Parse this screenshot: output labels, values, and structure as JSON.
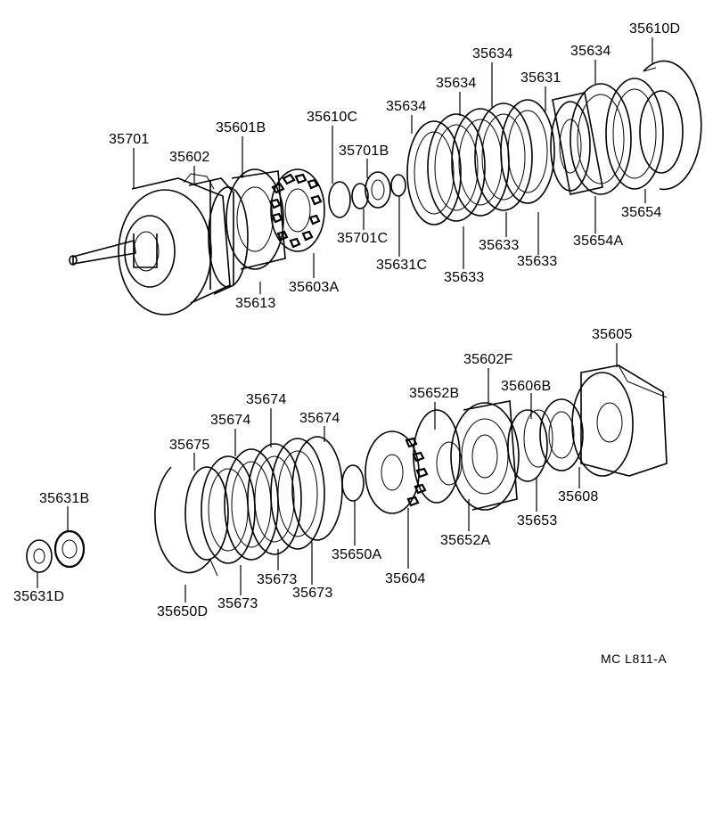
{
  "labels": {
    "p35701": "35701",
    "p35602": "35602",
    "p35601B": "35601B",
    "p35610C": "35610C",
    "p35701B": "35701B",
    "p35634a": "35634",
    "p35634b": "35634",
    "p35634c": "35634",
    "p35634d": "35634",
    "p35631": "35631",
    "p35610D": "35610D",
    "p35613": "35613",
    "p35603A": "35603A",
    "p35701C": "35701C",
    "p35631C": "35631C",
    "p35633a": "35633",
    "p35633b": "35633",
    "p35633c": "35633",
    "p35654A": "35654A",
    "p35654": "35654",
    "p35605": "35605",
    "p35602F": "35602F",
    "p35652B": "35652B",
    "p35606B": "35606B",
    "p35674a": "35674",
    "p35674b": "35674",
    "p35674c": "35674",
    "p35675": "35675",
    "p35631B": "35631B",
    "p35631D": "35631D",
    "p35650D": "35650D",
    "p35673a": "35673",
    "p35673b": "35673",
    "p35673c": "35673",
    "p35650A": "35650A",
    "p35604": "35604",
    "p35652A": "35652A",
    "p35653": "35653",
    "p35608": "35608"
  },
  "drawing_code": "MC L811-A"
}
